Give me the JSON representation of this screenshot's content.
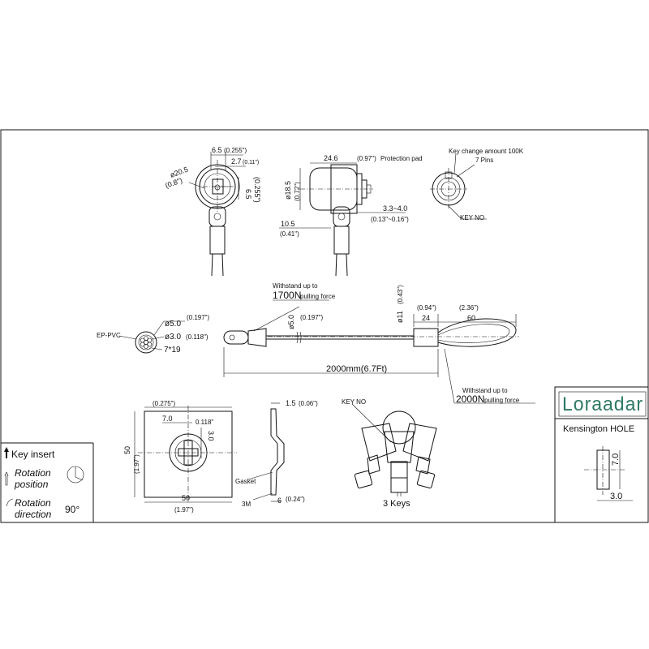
{
  "top_views": {
    "front": {
      "d1": "6.5",
      "d1_in": "(0.255\")",
      "d2": "2.7",
      "d2_in": "(0.11\")",
      "dia": "ø20.5",
      "dia_in": "(0.8\")",
      "h": "6.5",
      "h_in": "(0.255\")"
    },
    "side": {
      "len": "24.6",
      "len_in": "(0.97\")",
      "pad_label": "Protection pad",
      "dia": "ø18.5",
      "dia_in": "(0.72\")",
      "off": "10.5",
      "off_in": "(0.41\")",
      "range": "3.3~4.0",
      "range_in": "(0.13\"~0.16\")"
    },
    "key_face": {
      "change": "Key change amount 100K",
      "pins": "7 Pins",
      "key_no": "KEY NO"
    }
  },
  "cable": {
    "withstand1_a": "Withstand up to",
    "withstand1_b": "1700N",
    "withstand1_c": "pulling force",
    "dia5": "ø5.0",
    "dia5_in": "(0.197\")",
    "dia11": "ø11",
    "dia11_in": "(0.43\")",
    "d24": "24",
    "d24_in": "(0.94\")",
    "d60": "60",
    "d60_in": "(2.36\")",
    "total": "2000mm(6.7Ft)",
    "withstand2_a": "Withstand up to",
    "withstand2_b": "2000N",
    "withstand2_c": "pulling force",
    "section": {
      "material": "EP-PVC",
      "d_outer": "ø5.0",
      "d_outer_in": "(0.197\")",
      "d_inner": "ø3.0",
      "d_inner_in": "(0.118\")",
      "strands": "7*19"
    }
  },
  "plate": {
    "top": "(0.275\")",
    "w7": "7.0",
    "w7_in": "0.118\"",
    "h3": "3.0",
    "side": "50",
    "side_in": "(1.97\")",
    "bottom": "50",
    "bottom_in": "(1.97\")"
  },
  "gasket": {
    "t": "1.5",
    "t_in": "(0.06\")",
    "gasket": "Gasket",
    "tape": "3M",
    "d6": "6",
    "d6_in": "(0.24\")"
  },
  "keys": {
    "key_no": "KEY NO",
    "label": "3 Keys"
  },
  "legend": {
    "insert": "Key insert",
    "rot_pos_a": "Rotation",
    "rot_pos_b": "position",
    "rot_dir_a": "Rotation",
    "rot_dir_b": "direction",
    "angle": "90°"
  },
  "brand": {
    "name": "Loraadar",
    "product": "Kensington  HOLE",
    "dim_h": "7.0",
    "dim_w": "3.0"
  }
}
